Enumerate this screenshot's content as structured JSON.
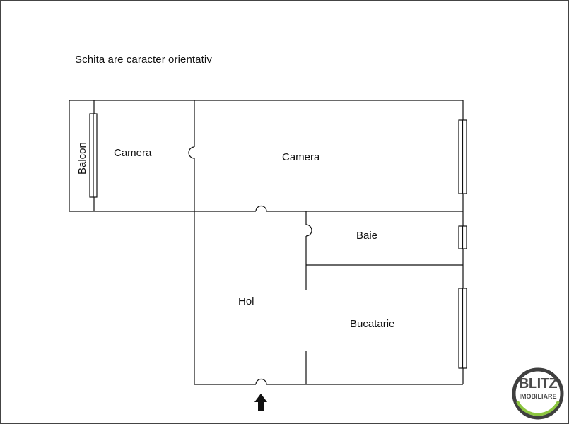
{
  "note": "Schita are caracter orientativ",
  "rooms": {
    "balcon": "Balcon",
    "camera_small": "Camera",
    "camera_large": "Camera",
    "baie": "Baie",
    "hol": "Hol",
    "bucatarie": "Bucatarie"
  },
  "logo": {
    "name": "BLITZ",
    "tagline": "IMOBILIARE"
  },
  "colors": {
    "wall": "#111111",
    "window_fill": "#ffffff",
    "logo_ring": "#3f3f3f",
    "logo_accent": "#8cc63f"
  }
}
